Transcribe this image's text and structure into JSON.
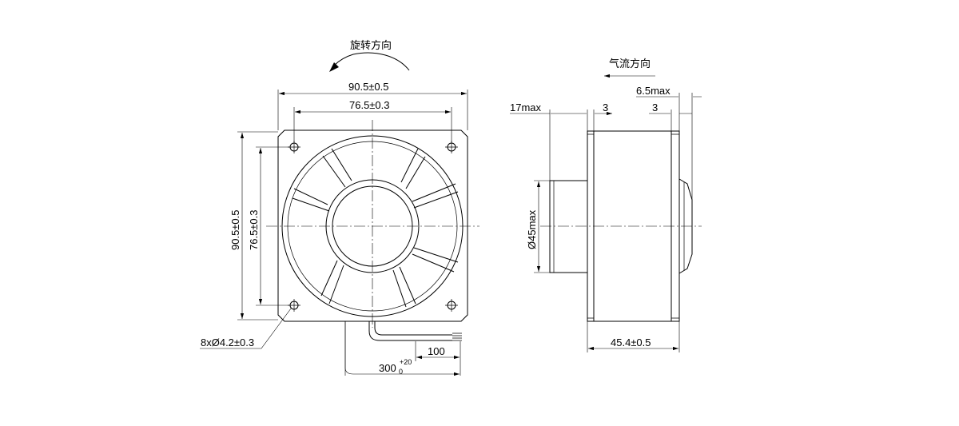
{
  "front_view": {
    "rotation_label": "旋转方向",
    "width_outer": "90.5±0.5",
    "width_holes": "76.5±0.3",
    "height_outer": "90.5±0.5",
    "height_holes": "76.5±0.3",
    "holes_label": "8xØ4.2±0.3",
    "lead_short": "100",
    "lead_long_base": "300",
    "lead_long_sup": "+20",
    "lead_long_sub": "0"
  },
  "side_view": {
    "airflow_label": "气流方向",
    "hub_max": "6.5max",
    "depth_max": "17max",
    "flange_left": "3",
    "flange_right": "3",
    "hub_diameter": "Ø45max",
    "body_depth": "45.4±0.5"
  },
  "colors": {
    "line": "#000000",
    "background": "#ffffff"
  }
}
